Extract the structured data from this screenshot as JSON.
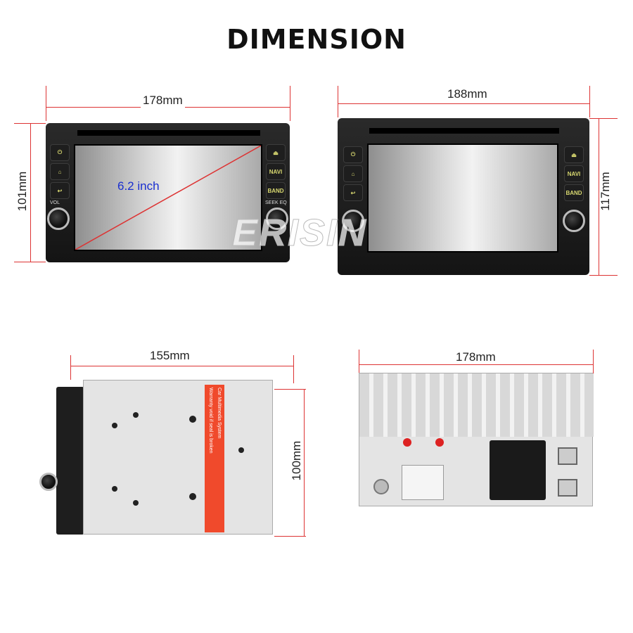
{
  "title": "DIMENSION",
  "front_small": {
    "width": "178mm",
    "height": "101mm",
    "screen_size": "6.2 inch"
  },
  "front_large": {
    "width": "188mm",
    "height": "117mm"
  },
  "side": {
    "depth": "155mm",
    "height": "100mm"
  },
  "rear": {
    "width": "178mm"
  },
  "buttons": {
    "navi": "NAVI",
    "band": "BAND",
    "vol": "VOL",
    "seek": "SEEK",
    "eq": "EQ"
  },
  "watermark": "ERISIN",
  "seal_label": {
    "line1": "Car Multimedia System",
    "line2": "Warranty void if seal is broken"
  },
  "colors": {
    "dimension_line": "#dd3333",
    "screen_size_text": "#1a2fd0",
    "seal": "#f04a2c"
  }
}
